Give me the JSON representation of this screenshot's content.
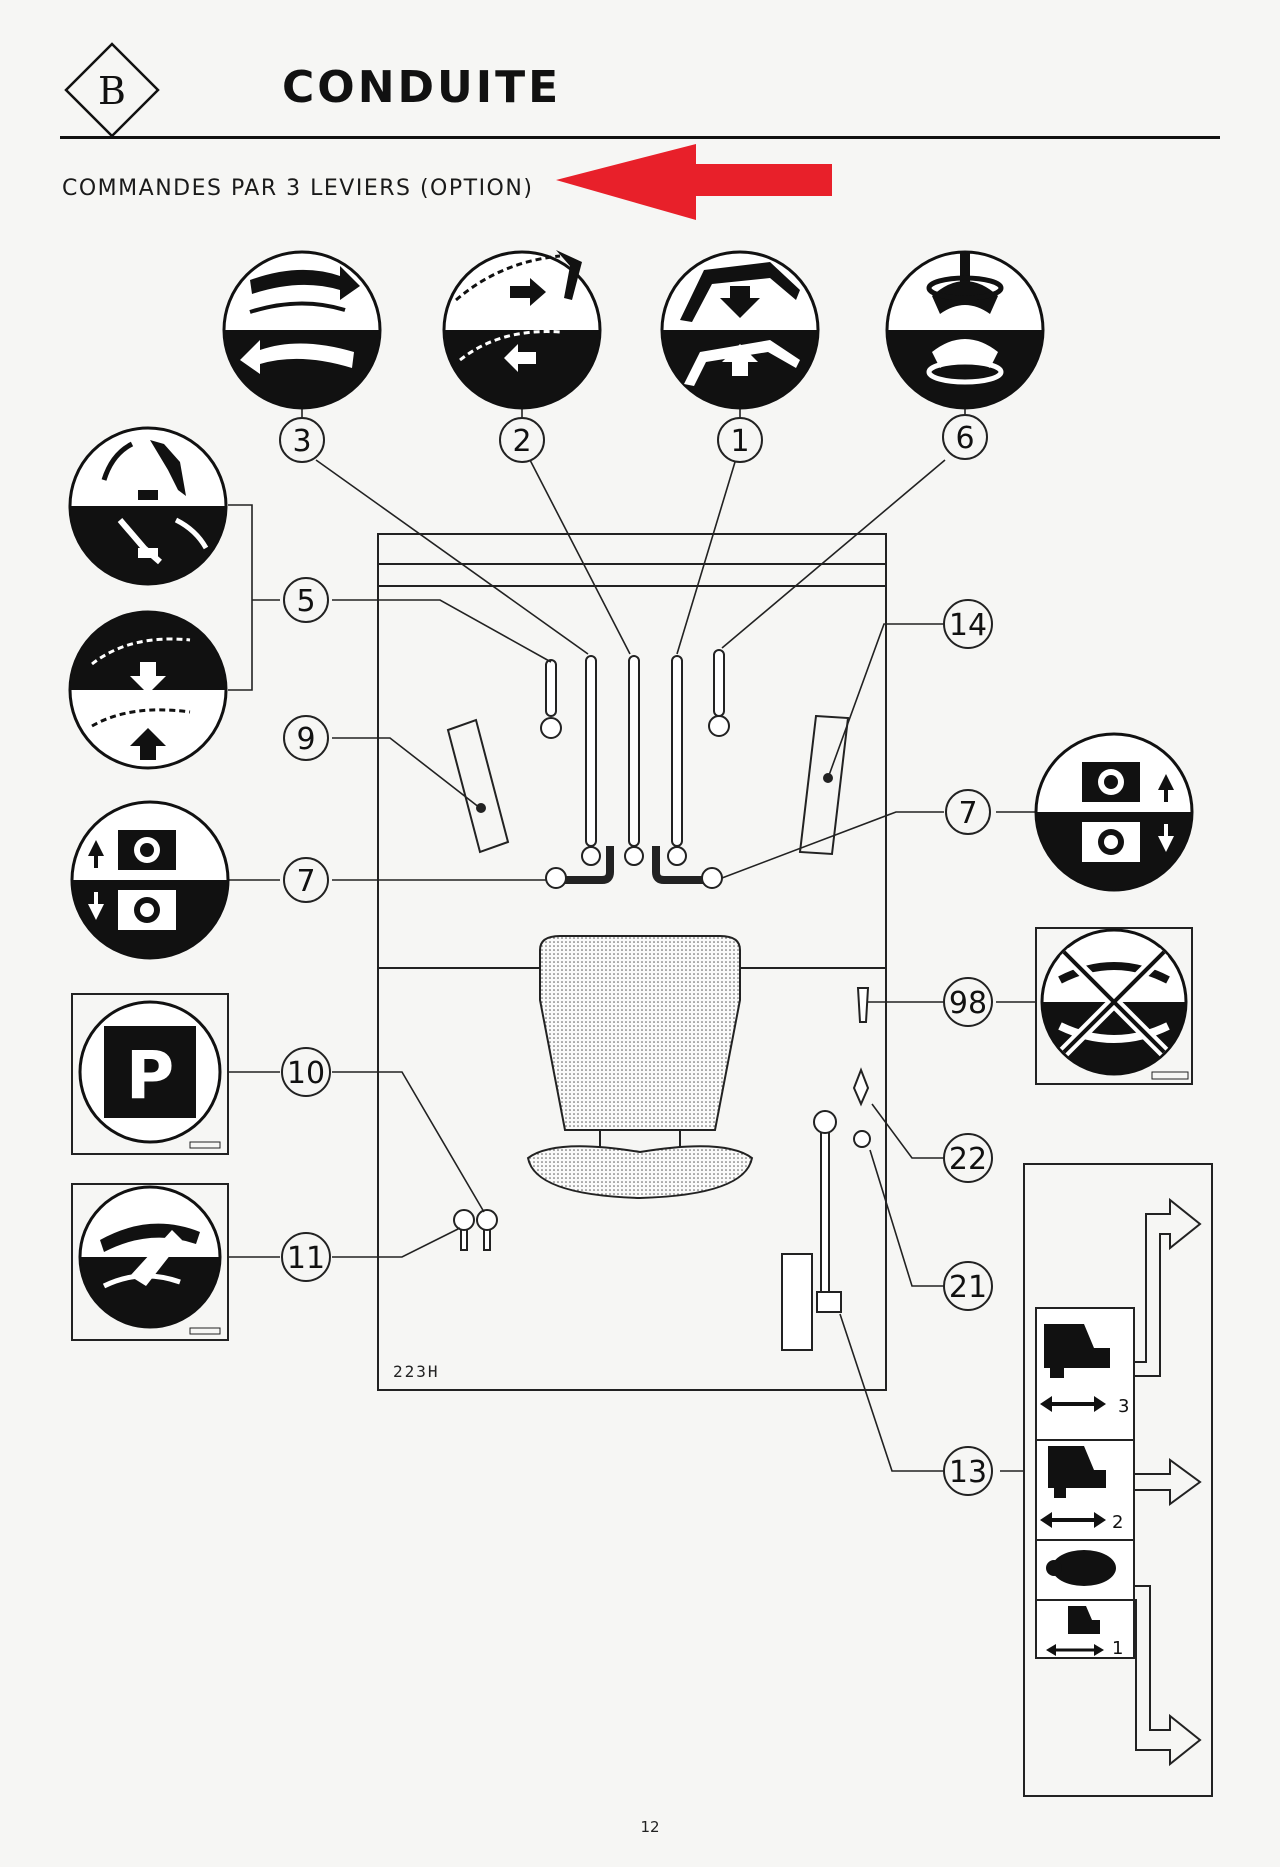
{
  "header": {
    "section_letter": "B",
    "title": "CONDUITE"
  },
  "subtitle": "COMMANDES PAR 3 LEVIERS (OPTION)",
  "annotation": {
    "arrow_color": "#e8202a"
  },
  "diagram": {
    "machine_code": "223H",
    "callouts": {
      "c3": "3",
      "c2": "2",
      "c1": "1",
      "c6": "6",
      "c5": "5",
      "c9": "9",
      "c7l": "7",
      "c10": "10",
      "c11": "11",
      "c14": "14",
      "c7r": "7",
      "c98": "98",
      "c22": "22",
      "c21": "21",
      "c13": "13"
    },
    "speed_panel": {
      "gear3": "3",
      "gear2": "2",
      "gear1": "1"
    },
    "parking_sign": "P"
  },
  "page_number": "12"
}
